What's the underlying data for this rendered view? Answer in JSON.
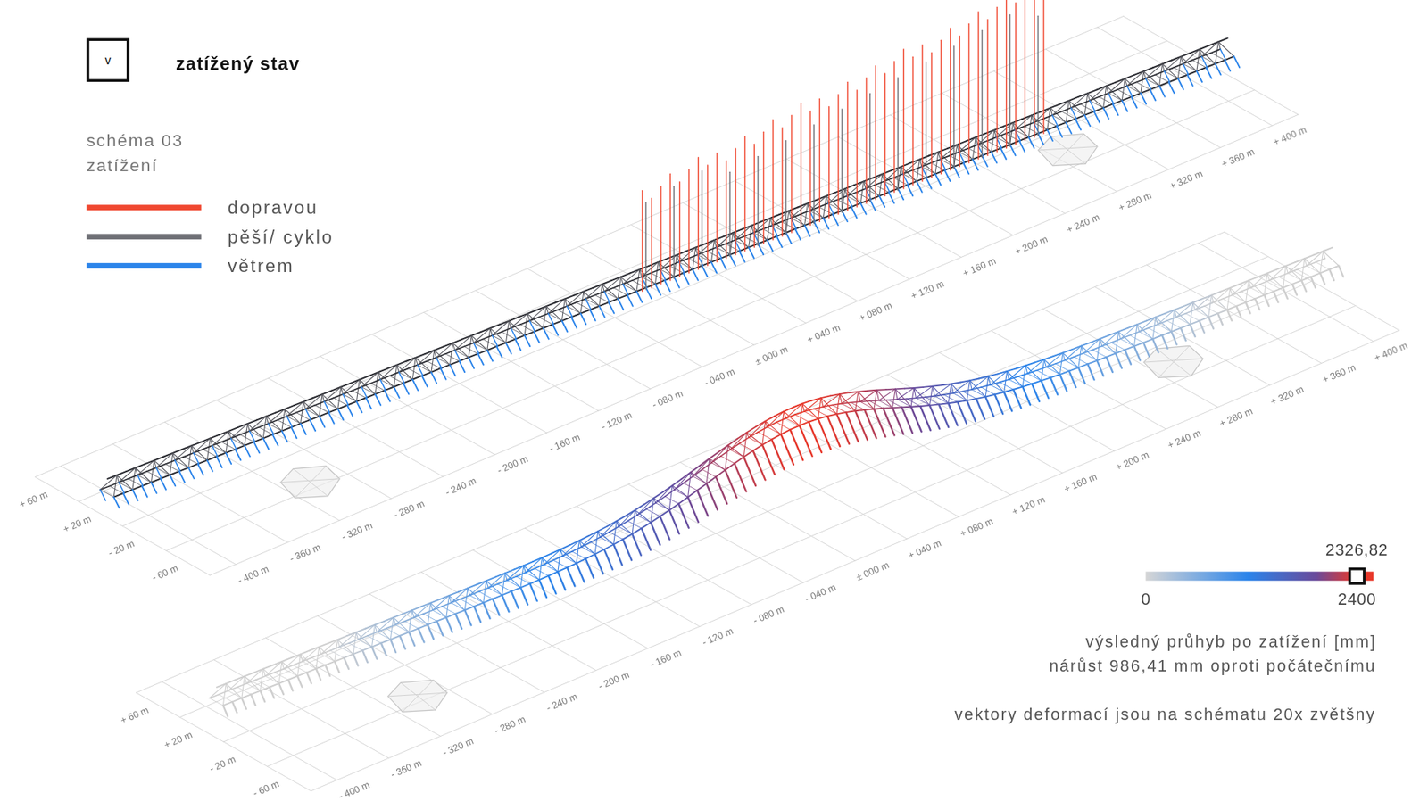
{
  "diagram": {
    "title": "zatížený stav",
    "nodes": [
      {
        "text": [
          "v"
        ]
      }
    ],
    "labels": [
      "schéma 03 zatížení",
      "- 400 m",
      "- 360 m",
      "- 320 m",
      "- 280 m",
      "- 240 m",
      "- 200 m",
      "- 160 m",
      "- 120 m",
      "- 080 m",
      "- 040 m",
      "± 000 m",
      "+ 040 m",
      "+ 080 m",
      "+ 120 m",
      "+ 160 m",
      "+ 200 m",
      "+ 240 m",
      "+ 280 m",
      "+ 320 m",
      "+ 360 m",
      "+ 400 m",
      "+ 60 m",
      "+ 20 m",
      "- 20 m",
      "- 60 m",
      "- 400 m",
      "- 360 m",
      "- 320 m",
      "- 280 m",
      "- 240 m",
      "- 200 m",
      "- 160 m",
      "- 120 m",
      "- 080 m",
      "- 040 m",
      "± 000 m",
      "+ 040 m",
      "+ 080 m",
      "+ 120 m",
      "+ 160 m",
      "+ 200 m",
      "+ 240 m",
      "+ 280 m",
      "+ 320 m",
      "+ 360 m",
      "+ 400 m",
      "+ 60 m",
      "+ 20 m",
      "- 20 m",
      "- 60 m",
      "2326,82",
      "0",
      "2400",
      "výsledný průhyb po zatížení [mm]",
      "nárůst 986,41 mm oproti počátečnímu",
      "vektory deformací jsou na schématu 20x zvětšny"
    ],
    "legend": [
      {
        "text": "dopravou",
        "color": "#f0472f"
      },
      {
        "text": "pěší/ cyklo",
        "color": "#6e6f75"
      },
      {
        "text": "větrem",
        "color": "#2b84ea"
      }
    ]
  }
}
